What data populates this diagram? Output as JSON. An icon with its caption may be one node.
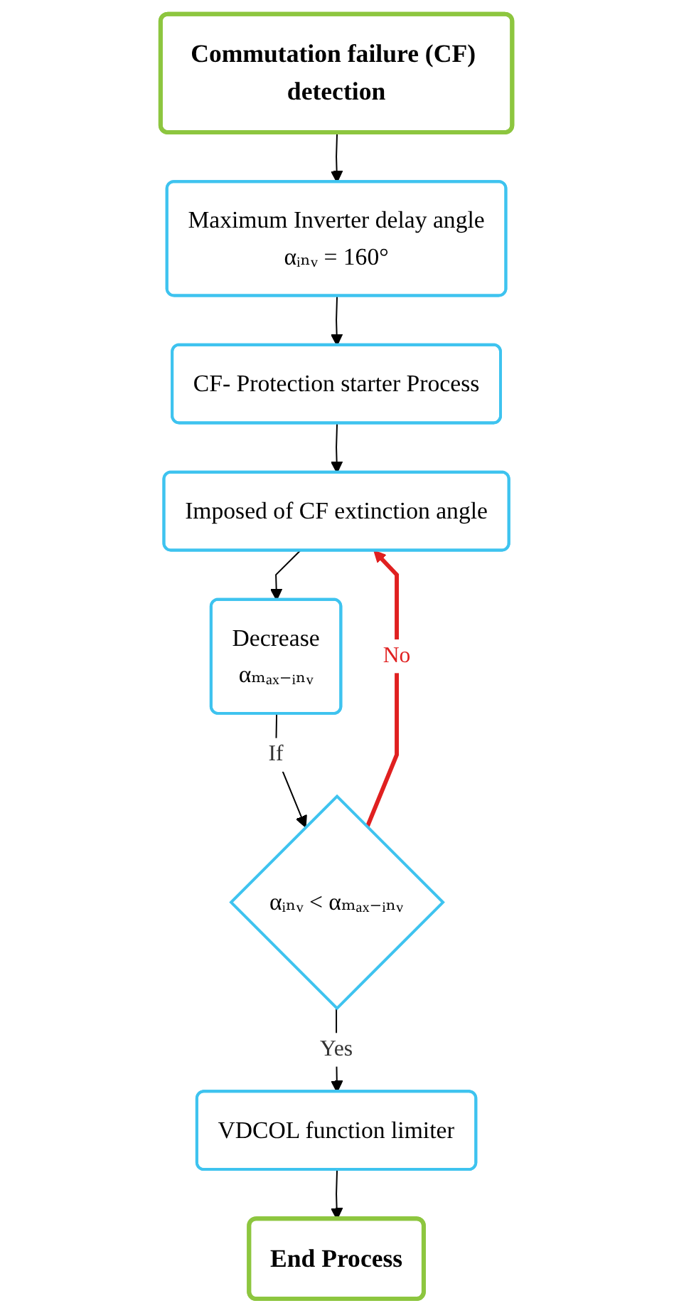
{
  "diagram": {
    "nodes": [
      {
        "text": [
          "Commutation failure (CF) detection"
        ]
      },
      {
        "text": [
          "Maximum Inverter delay angle",
          "αᵢₙᵥ = 160°"
        ]
      },
      {
        "text": [
          "CF- Protection starter Process"
        ]
      },
      {
        "text": [
          "Imposed of CF extinction angle"
        ]
      },
      {
        "text": [
          "Decrease",
          "αₘₐₓ₋ᵢₙᵥ"
        ]
      },
      {
        "text": [
          "αᵢₙᵥ < αₘₐₓ₋ᵢₙᵥ"
        ]
      },
      {
        "text": [
          "VDCOL function limiter"
        ]
      },
      {
        "text": [
          "End Process"
        ]
      }
    ],
    "edges": [
      {
        "from": 0,
        "to": 1,
        "arrow": "to"
      },
      {
        "from": 1,
        "to": 2,
        "arrow": "to"
      },
      {
        "from": 2,
        "to": 3,
        "arrow": "to"
      },
      {
        "from": 3,
        "to": 4,
        "arrow": "to"
      },
      {
        "from": 4,
        "to": 5,
        "arrow": "to",
        "label": "If"
      },
      {
        "from": 5,
        "to": 3,
        "arrow": "to",
        "label": "No",
        "color": "#e02020",
        "style": "thick"
      },
      {
        "from": 5,
        "to": 6,
        "arrow": "to",
        "label": "Yes"
      },
      {
        "from": 6,
        "to": 7,
        "arrow": "to"
      }
    ]
  }
}
